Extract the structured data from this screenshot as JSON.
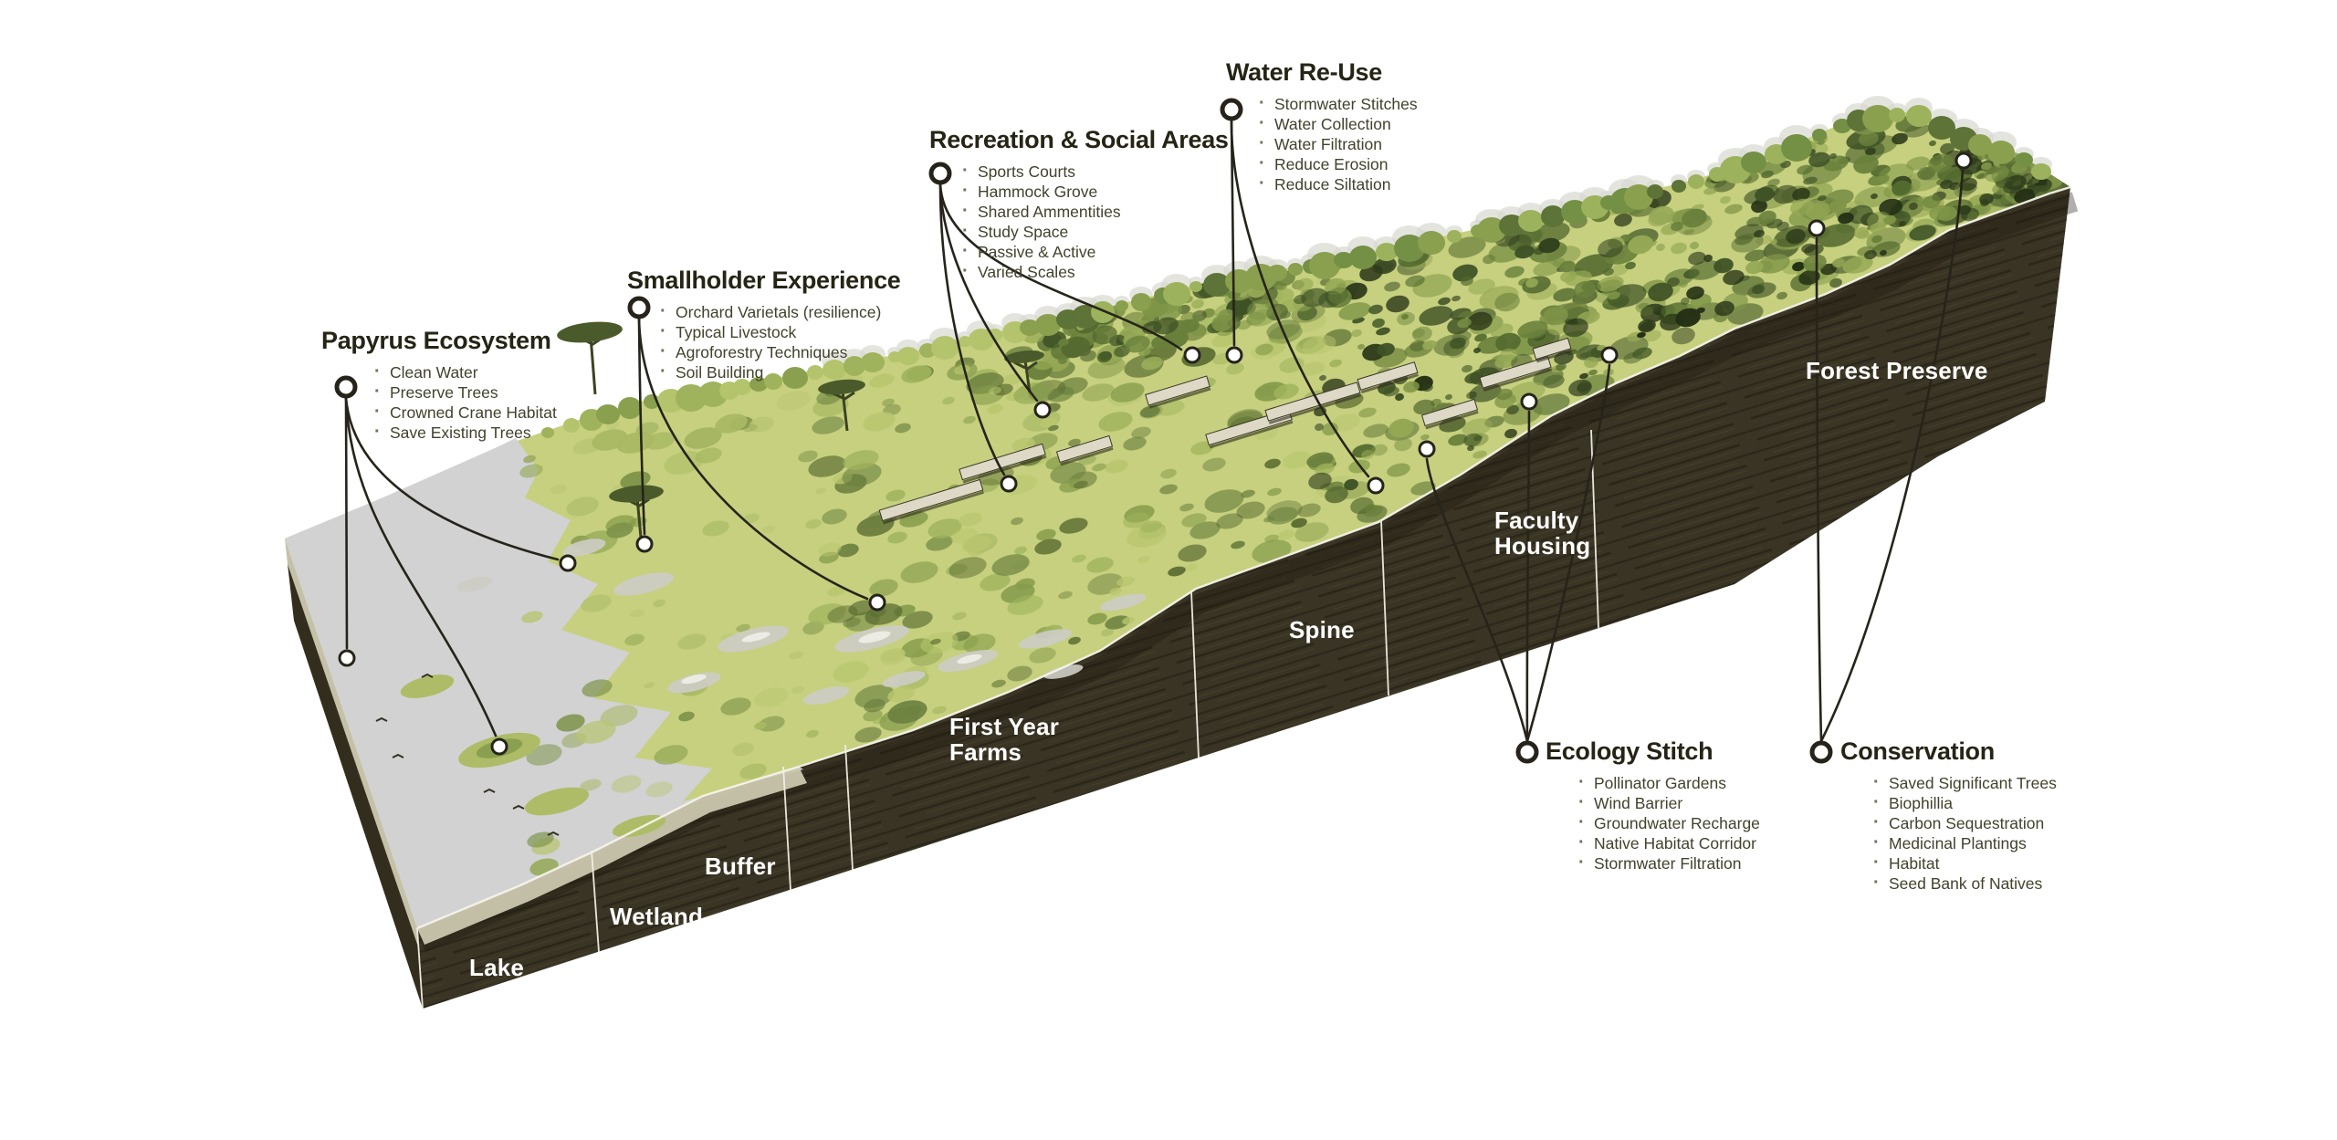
{
  "diagram_type": "landscape-section-diagram",
  "colors": {
    "ink": "#26241a",
    "heading_text": "#262415",
    "body_text": "#42422d",
    "zone_label_text": "#ffffff",
    "grass": "#c6d07e",
    "wetland_green": "#b7c472",
    "forest_green": "#869c4c",
    "forest_dark": "#55662e",
    "soil": "#3a3424",
    "soil_streak": "#1f1b10",
    "lake_water": "#d2d2d3",
    "shoreline_beige": "#cbc7ae",
    "building_roof": "#ddd9c6"
  },
  "callouts": [
    {
      "id": "papyrus",
      "title": "Papyrus Ecosystem",
      "items": [
        "Clean Water",
        "Preserve Trees",
        "Crowned Crane Habitat",
        "Save Existing Trees"
      ]
    },
    {
      "id": "smallholder",
      "title": "Smallholder Experience",
      "items": [
        "Orchard Varietals (resilience)",
        "Typical Livestock",
        "Agroforestry Techniques",
        "Soil Building"
      ]
    },
    {
      "id": "recreation",
      "title": "Recreation & Social Areas",
      "items": [
        "Sports Courts",
        "Hammock Grove",
        "Shared Ammentities",
        "Study Space",
        "Passive & Active",
        "Varied Scales"
      ]
    },
    {
      "id": "water-reuse",
      "title": "Water Re-Use",
      "items": [
        "Stormwater Stitches",
        "Water Collection",
        "Water Filtration",
        "Reduce Erosion",
        "Reduce Siltation"
      ]
    },
    {
      "id": "ecology-stitch",
      "title": "Ecology Stitch",
      "items": [
        "Pollinator Gardens",
        "Wind Barrier",
        "Groundwater Recharge",
        "Native Habitat Corridor",
        "Stormwater Filtration"
      ]
    },
    {
      "id": "conservation",
      "title": "Conservation",
      "items": [
        "Saved Significant Trees",
        "Biophillia",
        "Carbon Sequestration",
        "Medicinal Plantings",
        "Habitat",
        "Seed Bank of Natives"
      ]
    }
  ],
  "zones": [
    {
      "label": "Lake"
    },
    {
      "label": "Wetland"
    },
    {
      "label": "Buffer"
    },
    {
      "label": "First Year\nFarms"
    },
    {
      "label": "Spine"
    },
    {
      "label": "Faculty\nHousing"
    },
    {
      "label": "Forest Preserve"
    }
  ]
}
